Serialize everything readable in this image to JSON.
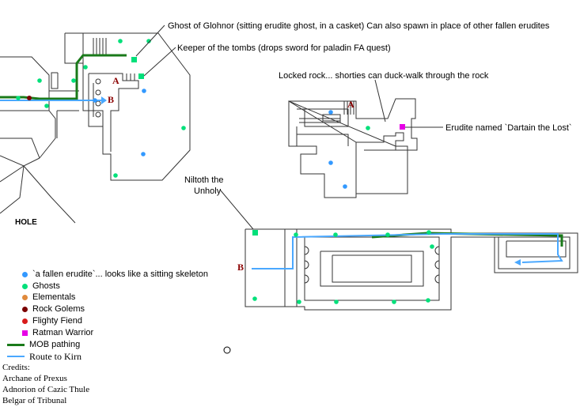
{
  "colors": {
    "fallen_erudite": "#3399ff",
    "ghost": "#00e07a",
    "elemental": "#e08a3c",
    "rock_golem": "#7a0000",
    "flighty_fiend": "#d81b1b",
    "ratman_warrior": "#e600e6",
    "mob_pathing": "#1a7a1a",
    "route_to_kirn": "#4aa8ff",
    "walls": "#333333",
    "marker": "#8b0000"
  },
  "annotations": {
    "ghost_of_glohnor": "Ghost of Glohnor (sitting erudite ghost, in a casket) Can also spawn in place of other fallen erudites",
    "keeper_of_tombs": "Keeper of the tombs (drops sword for paladin FA quest)",
    "locked_rock": "Locked rock... shorties can duck-walk through the rock",
    "dartain": "Erudite named `Dartain the Lost`",
    "niltoth_line1": "Niltoth the",
    "niltoth_line2": "Unholy",
    "hole": "HOLE"
  },
  "markers": {
    "a_upper": "A",
    "b_upper": "B",
    "a_mid": "A",
    "b_lower": "B"
  },
  "legend": [
    {
      "label": "`a fallen erudite`... looks like a sitting skeleton",
      "swatch": "dot",
      "color_key": "fallen_erudite"
    },
    {
      "label": "Ghosts",
      "swatch": "dot",
      "color_key": "ghost"
    },
    {
      "label": "Elementals",
      "swatch": "dot",
      "color_key": "elemental"
    },
    {
      "label": "Rock Golems",
      "swatch": "dot",
      "color_key": "rock_golem"
    },
    {
      "label": "Flighty Fiend",
      "swatch": "dot",
      "color_key": "flighty_fiend"
    },
    {
      "label": "Ratman Warrior",
      "swatch": "square",
      "color_key": "ratman_warrior"
    },
    {
      "label": "MOB pathing",
      "swatch": "line",
      "color_key": "mob_pathing"
    },
    {
      "label": "Route to Kirn",
      "swatch": "line",
      "color_key": "route_to_kirn"
    }
  ],
  "credits": [
    "Credits:",
    "Archane of Prexus",
    "Adnorion of Cazic Thule",
    "Belgar of Tribunal"
  ]
}
